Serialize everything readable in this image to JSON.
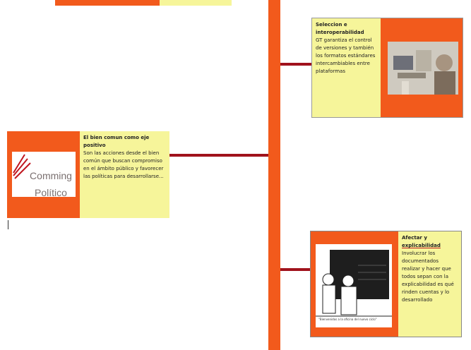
{
  "cards": {
    "right_top": {
      "title": "Seleccion e interoperabilidad",
      "body": "GT garantiza el control de versiones y también los formatos estándares intercambiables entre plataformas"
    },
    "left_mid": {
      "title": "El bien comun como eje positivo",
      "body": "Son las acciones desde el bien común que buscan compromiso en el ámbito público y favorecer las políticas para desarrollarse..."
    },
    "right_bottom": {
      "title_plain": "Afectar y",
      "title_link": "explicabilidad",
      "body": "Involucrar los documentados realizar y hacer que todos sepan con la explicabilidad es qué rinden cuentas y lo desarrollado"
    },
    "logo": {
      "line1": "Comming",
      "line2": "Político"
    },
    "cartoon_caption": "\"Bienvenidos a la oficina del nuevo ciclo\""
  },
  "colors": {
    "spine": "#f25a1c",
    "connector": "#a0121c",
    "card_text_bg": "#f6f59a"
  }
}
